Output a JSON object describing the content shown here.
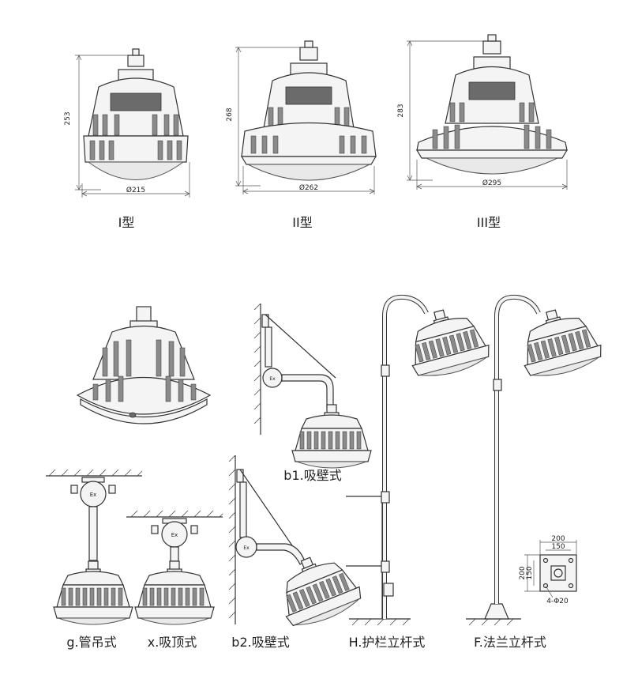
{
  "types": [
    {
      "label": "I型",
      "height": "253",
      "diameter": "Ø215"
    },
    {
      "label": "II型",
      "height": "268",
      "diameter": "Ø262"
    },
    {
      "label": "III型",
      "height": "283",
      "diameter": "Ø295"
    }
  ],
  "mounts": {
    "b1": "b1.吸壁式",
    "g": "g.管吊式",
    "x": "x.吸顶式",
    "b2": "b2.吸壁式",
    "h": "H.护栏立杆式",
    "f": "F.法兰立杆式"
  },
  "flange": {
    "w": "200",
    "w_inner": "150",
    "h": "200",
    "h_inner": "150",
    "holes": "4-Φ20"
  },
  "box_mark": "Ex"
}
